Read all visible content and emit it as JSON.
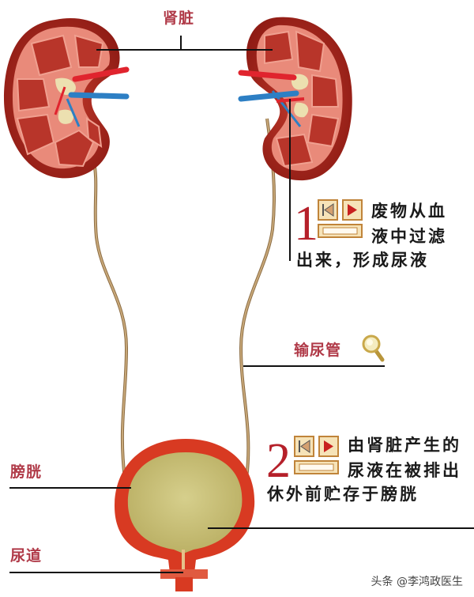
{
  "labels": {
    "kidney": "肾脏",
    "ureter": "输尿管",
    "bladder": "膀胱",
    "urethra": "尿道"
  },
  "notes": [
    {
      "number": "1",
      "line1": "废物从血",
      "line2": "液中过滤",
      "line3": "出来，形成尿液"
    },
    {
      "number": "2",
      "line1": "由肾脏产生的",
      "line2": "尿液在被排出",
      "line3": "休外前贮存于膀胱"
    }
  ],
  "icons": {
    "ureter_icon": "magnifier-icon",
    "note_icon": "playback-badge-icon"
  },
  "colors": {
    "kidney_outer": "#a8231c",
    "kidney_cortex": "#e88a78",
    "artery": "#e0242e",
    "vein": "#2d7fc4",
    "ureter": "#a88a5c",
    "bladder_wall": "#d83a22",
    "urine": "#c9c27a",
    "label_red": "#b03a48",
    "number_red": "#b5202a"
  },
  "watermark": "头条 @李鸿政医生"
}
